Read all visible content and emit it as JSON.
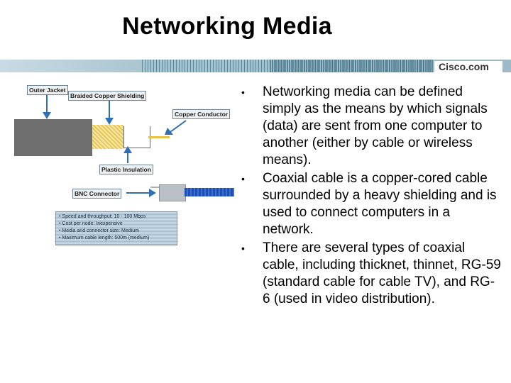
{
  "slide": {
    "title": "Networking Media",
    "logo_text": "Cisco.com"
  },
  "diagram": {
    "labels": {
      "outer_jacket": "Outer Jacket",
      "braided_shielding": "Braided Copper Shielding",
      "copper_conductor": "Copper Conductor",
      "plastic_insulation": "Plastic Insulation",
      "bnc_connector": "BNC Connector"
    },
    "specs": [
      "• Speed and throughput:  10 - 100 Mbps",
      "• Cost per node:  Inexpensive",
      "• Media and connector size:  Medium",
      "• Maximum cable length:  500m (medium)"
    ]
  },
  "bullets": [
    "Networking media can be defined simply as the means by which signals (data) are sent from one computer to another (either by cable or wireless means).",
    "Coaxial cable is a copper-cored cable surrounded by a heavy shielding and is used to connect computers in a network.",
    " There are several types of coaxial cable, including thicknet, thinnet, RG-59 (standard cable for cable TV), and RG-6 (used in video distribution)."
  ]
}
